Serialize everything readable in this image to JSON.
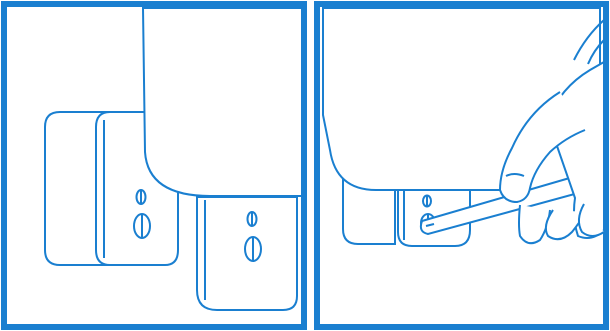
{
  "illustration": {
    "panels": [
      {
        "id": "before",
        "icon": "device-mount-with-screw-holes"
      },
      {
        "id": "after",
        "icon": "hand-using-screwdriver-on-bracket"
      }
    ],
    "colors": {
      "line": "#1a7fd0",
      "frame": "#1a7fd0",
      "background": "#ffffff"
    }
  }
}
